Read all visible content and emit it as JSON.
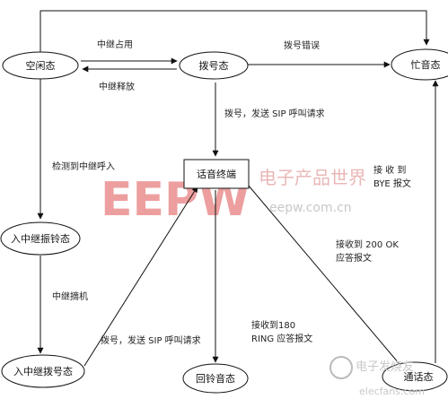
{
  "diagram": {
    "nodes": {
      "idle": "空闲态",
      "dialing": "拨号态",
      "busy": "忙音态",
      "voice_terminal": "话音终端",
      "trunk_ringing": "入中继振铃态",
      "trunk_dialing": "入中继拨号态",
      "ringback": "回铃音态",
      "talking": "通话态"
    },
    "edges": {
      "trunk_seize": "中继占用",
      "trunk_release": "中继释放",
      "dial_error": "拨号错误",
      "dial_send_sip_1": "拨号，发送 SIP 呼叫请求",
      "detect_trunk_call": "检测到中继呼入",
      "trunk_offhook": "中继摘机",
      "dial_send_sip_2": "拨号，发送 SIP 呼叫请求",
      "recv_180_line1": "接收到180",
      "recv_180_line2": "RING 应答报文",
      "recv_200_line1": "接收到 200 OK",
      "recv_200_line2": "应答报文",
      "recv_bye_line1": "接 收 到",
      "recv_bye_line2": "BYE 报文"
    }
  },
  "watermark": {
    "logo": "EEPW",
    "site_name": "电子产品世界",
    "url": "eepw.com.cn",
    "corner_brand": "电子发烧友",
    "corner_url": "elecfans.com"
  }
}
